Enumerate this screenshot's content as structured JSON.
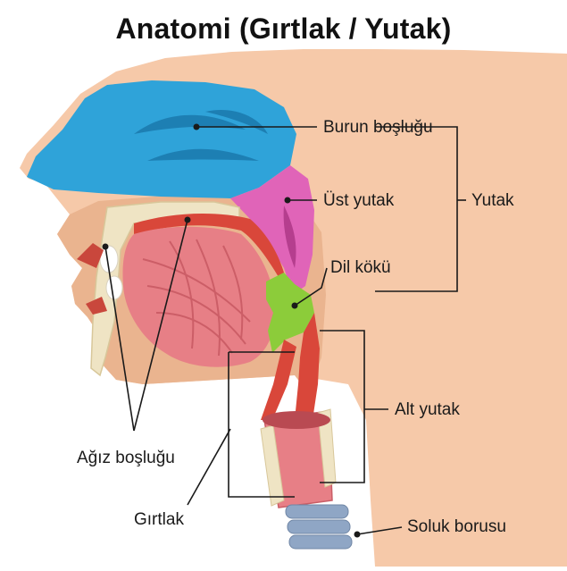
{
  "title": "Anatomi (Gırtlak / Yutak)",
  "labels": {
    "burun_boslugu": "Burun boşluğu",
    "ust_yutak": "Üst yutak",
    "dil_koku": "Dil kökü",
    "yutak": "Yutak",
    "alt_yutak": "Alt yutak",
    "agiz_boslugu": "Ağız boşluğu",
    "girtlak": "Gırtlak",
    "soluk_borusu": "Soluk borusu"
  },
  "colors": {
    "skin": "#f6c9a9",
    "skin_shadow": "#eab48f",
    "nasal_cavity": "#2fa3d9",
    "upper_pharynx": "#e064b8",
    "tongue_root": "#8ccc3a",
    "tongue": "#e77f86",
    "tongue_dark": "#cc5e67",
    "palate_bone": "#efe4c4",
    "mucosa": "#d9473a",
    "trachea": "#8fa6c5"
  }
}
